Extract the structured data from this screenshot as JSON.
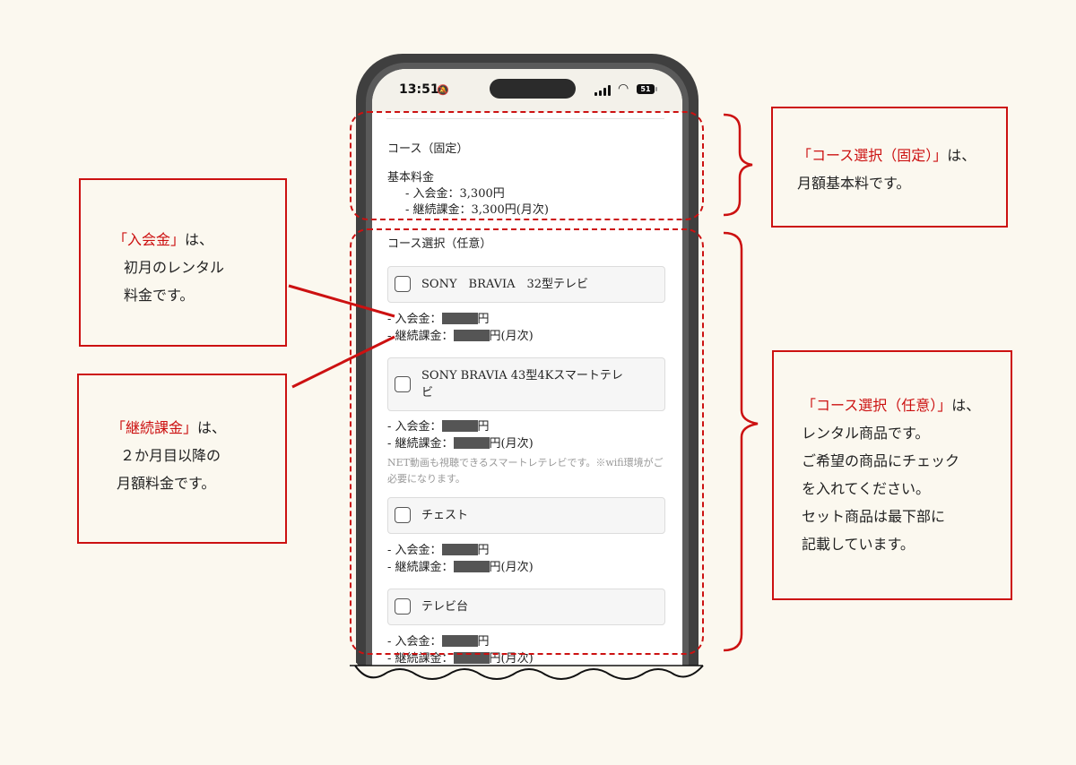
{
  "status_bar": {
    "time": "13:51",
    "battery": "51"
  },
  "fixed_course": {
    "heading": "コース（固定）",
    "base_fee_title": "基本料金",
    "line1": "- 入会金：3,300円",
    "line2": "- 継続課金：3,300円(月次)"
  },
  "optional_course": {
    "heading": "コース選択（任意）",
    "items": [
      {
        "label": "SONY　BRAVIA　32型テレビ",
        "fee1_prefix": "- 入会金：",
        "fee1_suffix": "円",
        "fee2_prefix": "- 継続課金：",
        "fee2_suffix": "円(月次)"
      },
      {
        "label_line1": "SONY BRAVIA 43型4Kスマートテレ",
        "label_line2": "ビ",
        "fee1_prefix": "- 入会金：",
        "fee1_suffix": "円",
        "fee2_prefix": "- 継続課金：",
        "fee2_suffix": "円(月次)",
        "note": "NET動画も視聴できるスマートレテレビです。※wifi環境がご必要になります。"
      },
      {
        "label": "チェスト",
        "fee1_prefix": "- 入会金：",
        "fee1_suffix": "円",
        "fee2_prefix": "- 継続課金：",
        "fee2_suffix": "円(月次)"
      },
      {
        "label": "テレビ台",
        "fee1_prefix": "- 入会金：",
        "fee1_suffix": "円",
        "fee2_prefix": "- 継続課金：",
        "fee2_suffix": "円(月次)"
      }
    ]
  },
  "callouts": {
    "fixed": {
      "highlight": "「コース選択（固定）」",
      "rest": "は、",
      "line2": "月額基本料です。"
    },
    "optional": {
      "highlight": "「コース選択（任意）」",
      "rest": "は、",
      "line2": "レンタル商品です。",
      "line3": "ご希望の商品にチェック",
      "line4": "を入れてください。",
      "line5": "セット商品は最下部に",
      "line6": "記載しています。"
    },
    "join_fee": {
      "highlight": "「入会金」",
      "rest": "は、",
      "line2": "初月のレンタル",
      "line3": "料金です。"
    },
    "recurring_fee": {
      "highlight": "「継続課金」",
      "rest": "は、",
      "line2": "２か月目以降の",
      "line3": "月額料金です。"
    }
  },
  "colors": {
    "accent": "#cc1111",
    "background": "#fbf8ef",
    "phone_frame": "#3f3f3f"
  }
}
